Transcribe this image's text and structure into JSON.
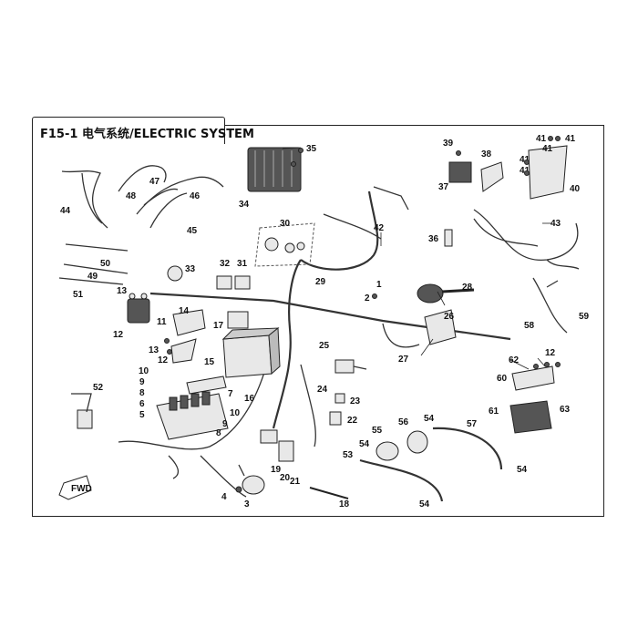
{
  "title": "F15-1 电气系统/ELECTRIC SYSTEM",
  "fwd_label": "FWD",
  "labels": [
    "1",
    "2",
    "3",
    "4",
    "5",
    "6",
    "7",
    "8",
    "9",
    "10",
    "11",
    "12",
    "13",
    "15",
    "16",
    "17",
    "18",
    "19",
    "20",
    "21",
    "22",
    "23",
    "24",
    "25",
    "26",
    "27",
    "28",
    "29",
    "30",
    "31",
    "32",
    "33",
    "34",
    "35",
    "36",
    "37",
    "38",
    "39",
    "40",
    "41",
    "42",
    "43",
    "44",
    "45",
    "46",
    "47",
    "48",
    "49",
    "50",
    "51",
    "52",
    "53",
    "54",
    "55",
    "56",
    "57",
    "58",
    "59",
    "60",
    "61",
    "62",
    "63"
  ]
}
